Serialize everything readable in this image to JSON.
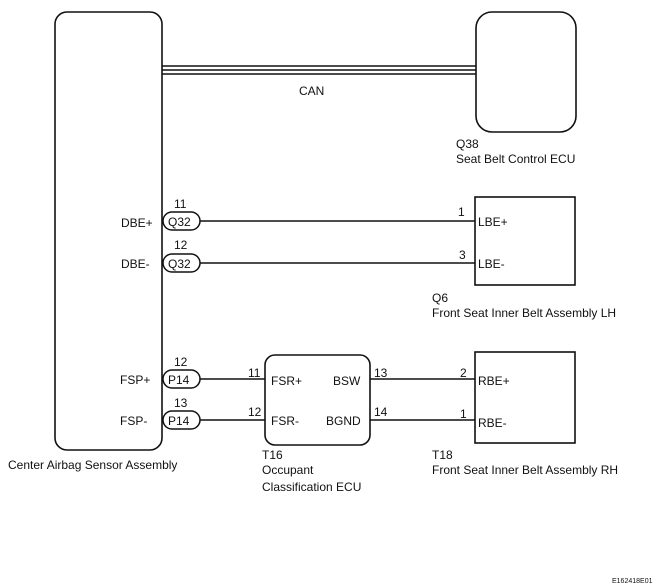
{
  "components": {
    "airbag_sensor": {
      "name": "Center Airbag Sensor Assembly"
    },
    "seatbelt_ecu": {
      "code": "Q38",
      "name": "Seat Belt Control ECU"
    },
    "lh_belt": {
      "code": "Q6",
      "name": "Front Seat Inner Belt Assembly LH",
      "pins": [
        {
          "num": "1",
          "label": "LBE+"
        },
        {
          "num": "3",
          "label": "LBE-"
        }
      ]
    },
    "occupant_ecu": {
      "code": "T16",
      "name_line1": "Occupant",
      "name_line2": "Classification ECU",
      "left_pins": [
        {
          "num": "11",
          "label": "FSR+"
        },
        {
          "num": "12",
          "label": "FSR-"
        }
      ],
      "right_pins": [
        {
          "num": "13",
          "label": "BSW"
        },
        {
          "num": "14",
          "label": "BGND"
        }
      ]
    },
    "rh_belt": {
      "code": "T18",
      "name": "Front Seat Inner Belt Assembly RH",
      "pins": [
        {
          "num": "2",
          "label": "RBE+"
        },
        {
          "num": "1",
          "label": "RBE-"
        }
      ]
    }
  },
  "bus": {
    "label": "CAN"
  },
  "airbag_terminals": [
    {
      "label": "DBE+",
      "connector": "Q32",
      "pin": "11"
    },
    {
      "label": "DBE-",
      "connector": "Q32",
      "pin": "12"
    },
    {
      "label": "FSP+",
      "connector": "P14",
      "pin": "12"
    },
    {
      "label": "FSP-",
      "connector": "P14",
      "pin": "13"
    }
  ],
  "figure_id": "E162418E01"
}
